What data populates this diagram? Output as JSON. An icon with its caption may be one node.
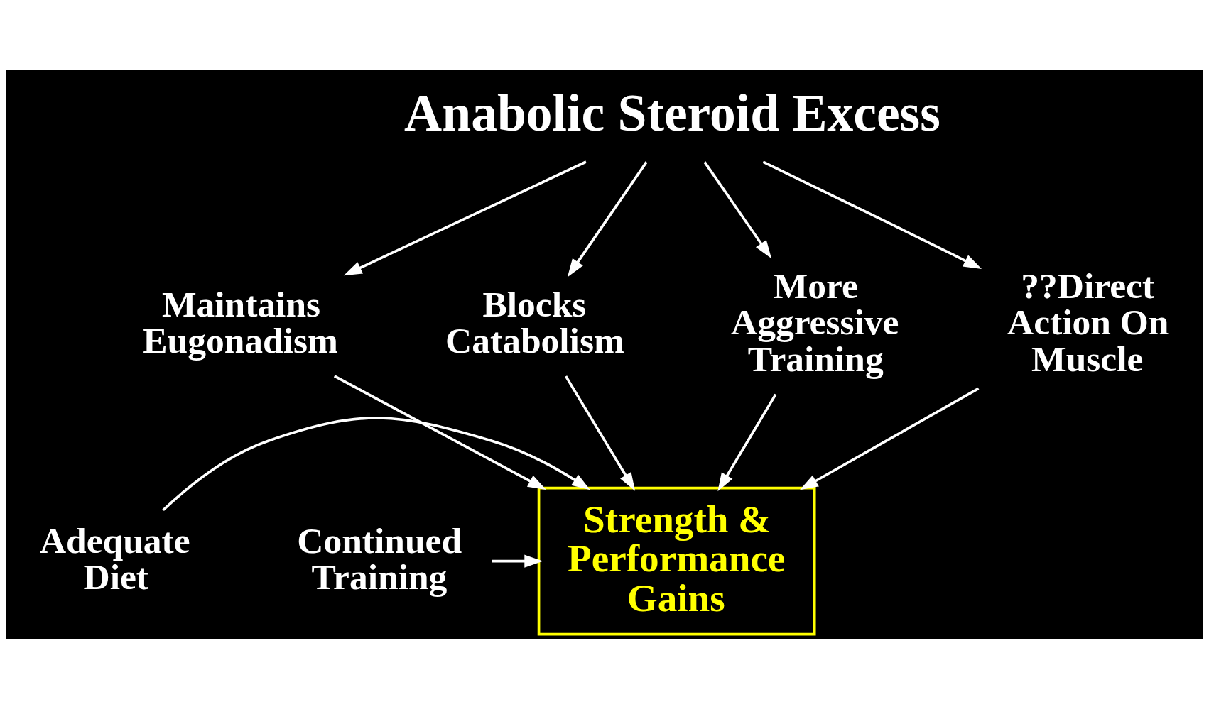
{
  "diagram": {
    "nodes": [
      {
        "text": [
          "Anabolic Steroid Excess"
        ]
      },
      {
        "text": [
          "Maintains Eugonadism"
        ]
      },
      {
        "text": [
          "Blocks Catabolism"
        ]
      },
      {
        "text": [
          "More Aggressive Training"
        ]
      },
      {
        "text": [
          "??Direct Action On Muscle"
        ]
      },
      {
        "text": [
          "Adequate Diet"
        ]
      },
      {
        "text": [
          "Strength & Performance Gains"
        ]
      },
      {
        "text": [
          "Continued Training"
        ]
      }
    ],
    "edges": [
      {
        "from": 0,
        "to": 1,
        "arrow": "to"
      },
      {
        "from": 0,
        "to": 2,
        "arrow": "to"
      },
      {
        "from": 0,
        "to": 3,
        "arrow": "to"
      },
      {
        "from": 0,
        "to": 4,
        "arrow": "to"
      },
      {
        "from": 1,
        "to": 6,
        "arrow": "to"
      },
      {
        "from": 2,
        "to": 6,
        "arrow": "to"
      },
      {
        "from": 3,
        "to": 6,
        "arrow": "to"
      },
      {
        "from": 4,
        "to": 6,
        "arrow": "to"
      },
      {
        "from": 5,
        "to": 6,
        "arrow": "to"
      },
      {
        "from": 7,
        "to": 6,
        "arrow": "to"
      }
    ]
  }
}
